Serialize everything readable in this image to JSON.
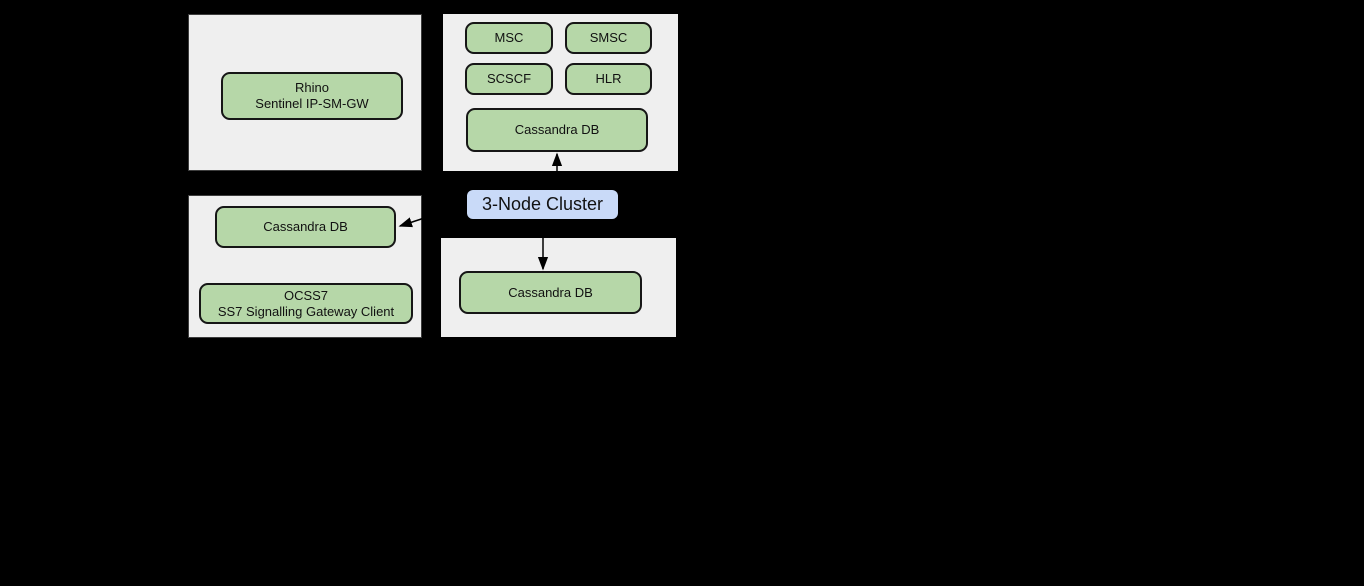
{
  "canvas": {
    "background": "#000000"
  },
  "palette": {
    "container_fill": "#efefef",
    "container_border": "#3d3d3d",
    "node_fill": "#b6d7a8",
    "node_border": "#161616",
    "cluster_fill": "#c9daf8",
    "text_color": "#111111",
    "arrow_color": "#000000"
  },
  "nodes": {
    "rhino": {
      "line1": "Rhino",
      "line2": "Sentinel IP-SM-GW"
    },
    "msc": {
      "label": "MSC"
    },
    "smsc": {
      "label": "SMSC"
    },
    "scscf": {
      "label": "SCSCF"
    },
    "hlr": {
      "label": "HLR"
    },
    "cassandra_top": {
      "label": "Cassandra DB"
    },
    "cassandra_left": {
      "label": "Cassandra DB"
    },
    "cassandra_bottom": {
      "label": "Cassandra DB"
    },
    "ocss7": {
      "line1": "OCSS7",
      "line2": "SS7 Signalling Gateway Client"
    }
  },
  "cluster": {
    "label": "3-Node Cluster"
  }
}
